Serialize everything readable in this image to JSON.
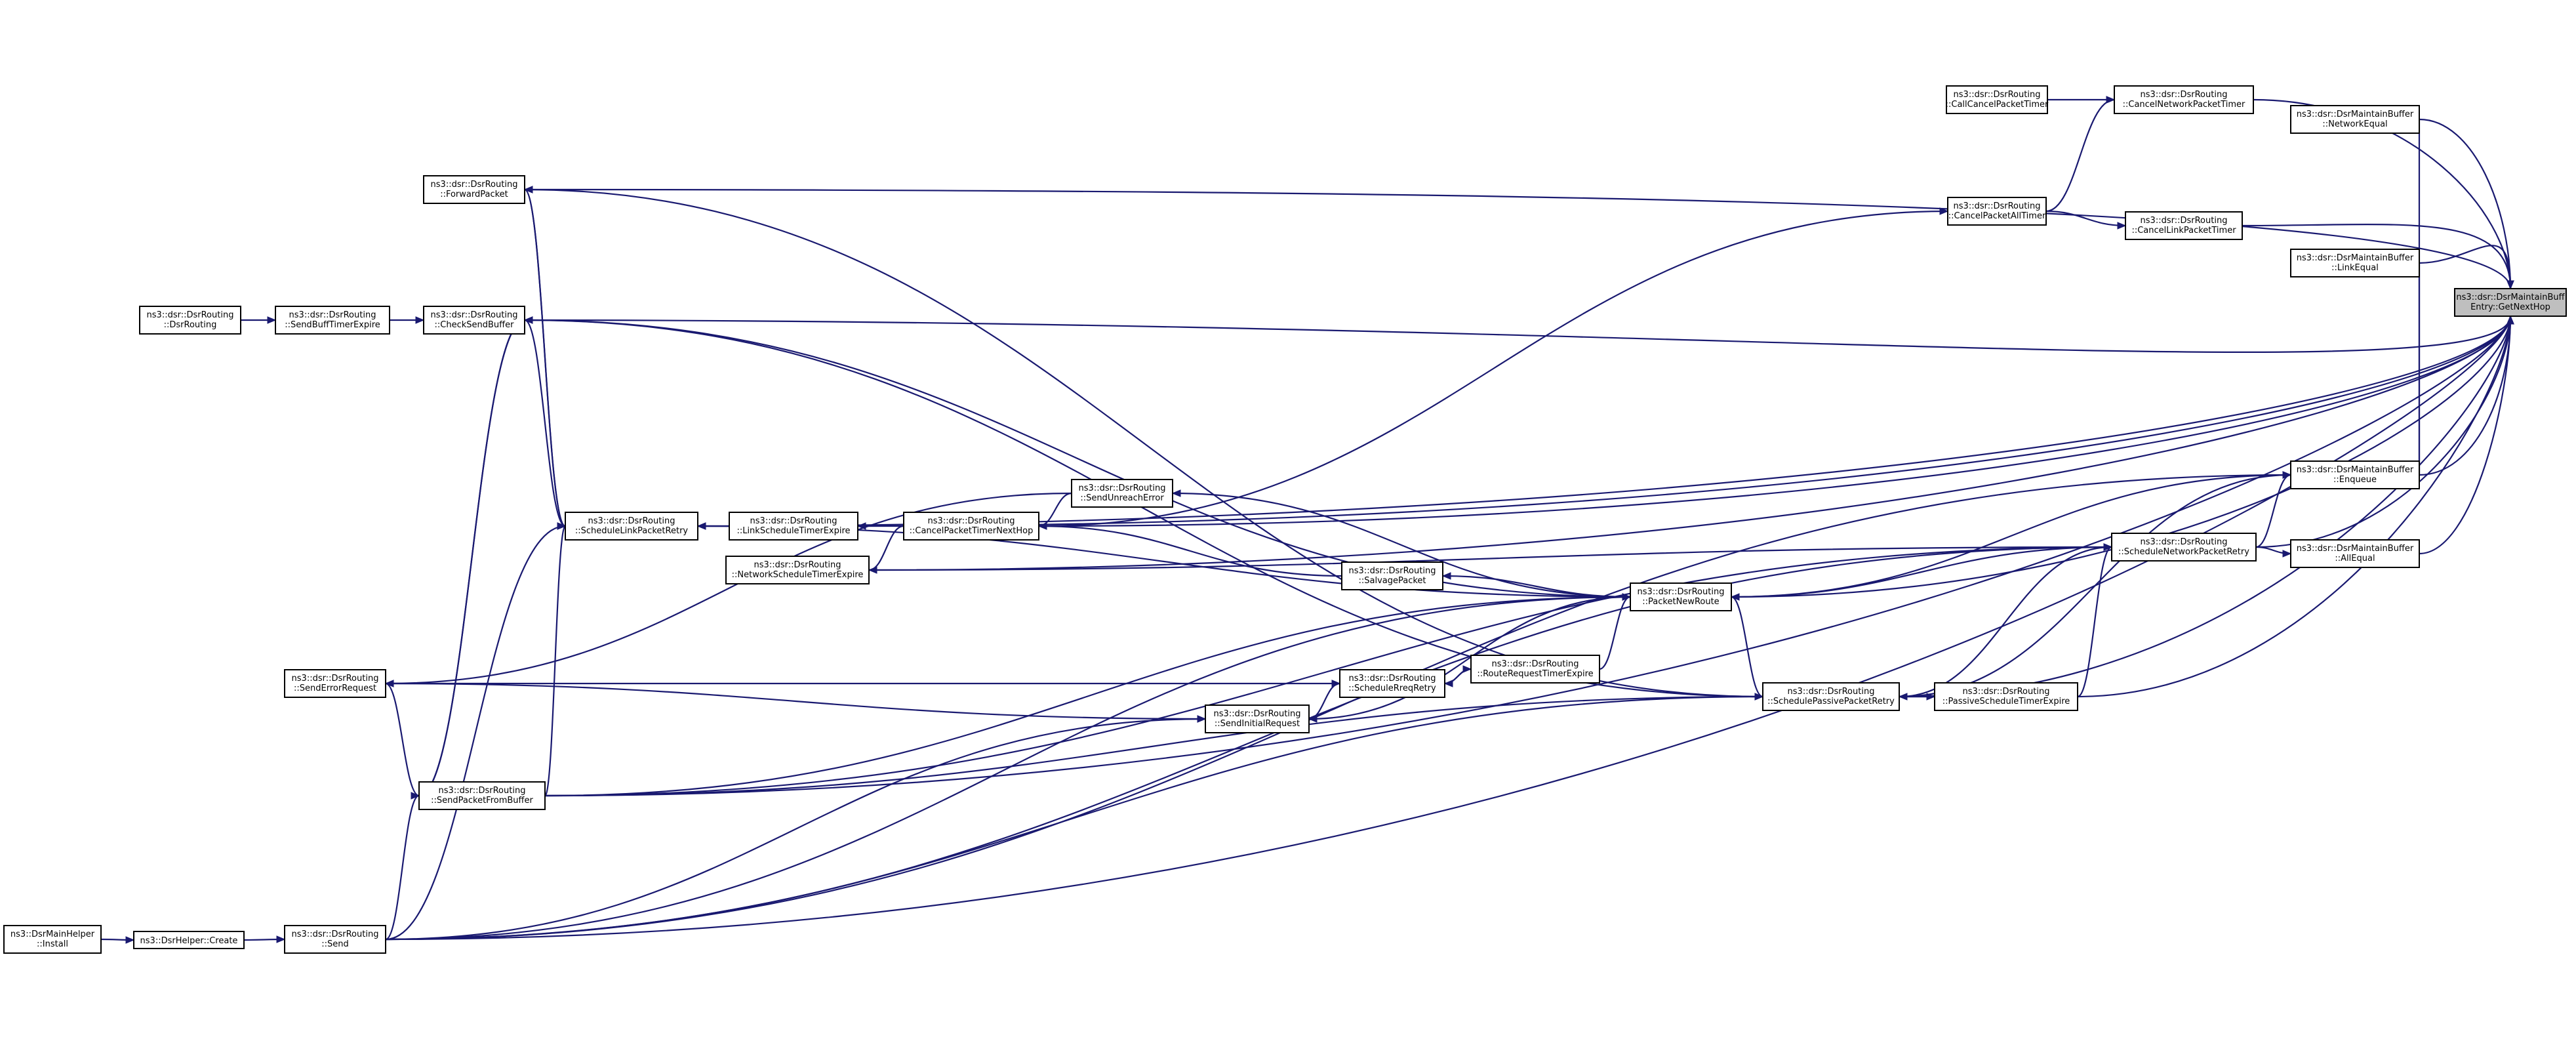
{
  "graph": {
    "type": "caller-graph",
    "nodes": [
      {
        "id": "root",
        "line1": "ns3::dsr::DsrMaintainBuff",
        "line2": "Entry::GetNextHop",
        "highlight": true
      },
      {
        "id": "call_cancel_timer",
        "line1": "ns3::dsr::DsrRouting",
        "line2": "::CallCancelPacketTimer"
      },
      {
        "id": "cancel_network_timer",
        "line1": "ns3::dsr::DsrRouting",
        "line2": "::CancelNetworkPacketTimer"
      },
      {
        "id": "network_equal",
        "line1": "ns3::dsr::DsrMaintainBuffer",
        "line2": "::NetworkEqual"
      },
      {
        "id": "forward_packet",
        "line1": "ns3::dsr::DsrRouting",
        "line2": "::ForwardPacket"
      },
      {
        "id": "cancel_all_timer",
        "line1": "ns3::dsr::DsrRouting",
        "line2": "::CancelPacketAllTimer"
      },
      {
        "id": "cancel_link_timer",
        "line1": "ns3::dsr::DsrRouting",
        "line2": "::CancelLinkPacketTimer"
      },
      {
        "id": "link_equal",
        "line1": "ns3::dsr::DsrMaintainBuffer",
        "line2": "::LinkEqual"
      },
      {
        "id": "dsr_routing_ctor",
        "line1": "ns3::dsr::DsrRouting",
        "line2": "::DsrRouting"
      },
      {
        "id": "send_buff_timer",
        "line1": "ns3::dsr::DsrRouting",
        "line2": "::SendBuffTimerExpire"
      },
      {
        "id": "check_send_buffer",
        "line1": "ns3::dsr::DsrRouting",
        "line2": "::CheckSendBuffer"
      },
      {
        "id": "enqueue",
        "line1": "ns3::dsr::DsrMaintainBuffer",
        "line2": "::Enqueue"
      },
      {
        "id": "send_unreach",
        "line1": "ns3::dsr::DsrRouting",
        "line2": "::SendUnreachError"
      },
      {
        "id": "schedule_link_retry",
        "line1": "ns3::dsr::DsrRouting",
        "line2": "::ScheduleLinkPacketRetry"
      },
      {
        "id": "link_schedule_timer",
        "line1": "ns3::dsr::DsrRouting",
        "line2": "::LinkScheduleTimerExpire"
      },
      {
        "id": "cancel_timer_next_hop",
        "line1": "ns3::dsr::DsrRouting",
        "line2": "::CancelPacketTimerNextHop"
      },
      {
        "id": "schedule_network_retry",
        "line1": "ns3::dsr::DsrRouting",
        "line2": "::ScheduleNetworkPacketRetry"
      },
      {
        "id": "all_equal",
        "line1": "ns3::dsr::DsrMaintainBuffer",
        "line2": "::AllEqual"
      },
      {
        "id": "network_schedule_timer",
        "line1": "ns3::dsr::DsrRouting",
        "line2": "::NetworkScheduleTimerExpire"
      },
      {
        "id": "salvage_packet",
        "line1": "ns3::dsr::DsrRouting",
        "line2": "::SalvagePacket"
      },
      {
        "id": "packet_new_route",
        "line1": "ns3::dsr::DsrRouting",
        "line2": "::PacketNewRoute"
      },
      {
        "id": "send_error_request",
        "line1": "ns3::dsr::DsrRouting",
        "line2": "::SendErrorRequest"
      },
      {
        "id": "route_request_timer",
        "line1": "ns3::dsr::DsrRouting",
        "line2": "::RouteRequestTimerExpire"
      },
      {
        "id": "schedule_rreq_retry",
        "line1": "ns3::dsr::DsrRouting",
        "line2": "::ScheduleRreqRetry"
      },
      {
        "id": "schedule_passive_retry",
        "line1": "ns3::dsr::DsrRouting",
        "line2": "::SchedulePassivePacketRetry"
      },
      {
        "id": "passive_schedule_timer",
        "line1": "ns3::dsr::DsrRouting",
        "line2": "::PassiveScheduleTimerExpire"
      },
      {
        "id": "send_initial_request",
        "line1": "ns3::dsr::DsrRouting",
        "line2": "::SendInitialRequest"
      },
      {
        "id": "send_packet_from_buffer",
        "line1": "ns3::dsr::DsrRouting",
        "line2": "::SendPacketFromBuffer"
      },
      {
        "id": "main_helper_install",
        "line1": "ns3::DsrMainHelper",
        "line2": "::Install"
      },
      {
        "id": "helper_create",
        "line1": "ns3::DsrHelper::Create",
        "line2": ""
      },
      {
        "id": "send",
        "line1": "ns3::dsr::DsrRouting",
        "line2": "::Send"
      }
    ],
    "edges": [
      [
        "call_cancel_timer",
        "cancel_network_timer"
      ],
      [
        "cancel_network_timer",
        "root"
      ],
      [
        "network_equal",
        "root"
      ],
      [
        "forward_packet",
        "root"
      ],
      [
        "cancel_all_timer",
        "cancel_network_timer"
      ],
      [
        "cancel_all_timer",
        "cancel_link_timer"
      ],
      [
        "cancel_link_timer",
        "root"
      ],
      [
        "link_equal",
        "root"
      ],
      [
        "dsr_routing_ctor",
        "send_buff_timer"
      ],
      [
        "send_buff_timer",
        "check_send_buffer"
      ],
      [
        "check_send_buffer",
        "root"
      ],
      [
        "enqueue",
        "root"
      ],
      [
        "enqueue",
        "network_equal"
      ],
      [
        "enqueue",
        "link_equal"
      ],
      [
        "all_equal",
        "root"
      ],
      [
        "schedule_network_retry",
        "root"
      ],
      [
        "schedule_network_retry",
        "enqueue"
      ],
      [
        "schedule_network_retry",
        "all_equal"
      ],
      [
        "packet_new_route",
        "root"
      ],
      [
        "packet_new_route",
        "enqueue"
      ],
      [
        "packet_new_route",
        "schedule_network_retry"
      ],
      [
        "schedule_link_retry",
        "root"
      ],
      [
        "schedule_link_retry",
        "forward_packet"
      ],
      [
        "schedule_link_retry",
        "check_send_buffer"
      ],
      [
        "link_schedule_timer",
        "schedule_link_retry"
      ],
      [
        "link_schedule_timer",
        "root"
      ],
      [
        "cancel_timer_next_hop",
        "root"
      ],
      [
        "cancel_timer_next_hop",
        "link_schedule_timer"
      ],
      [
        "cancel_timer_next_hop",
        "network_schedule_timer"
      ],
      [
        "cancel_timer_next_hop",
        "cancel_all_timer"
      ],
      [
        "send_unreach",
        "cancel_timer_next_hop"
      ],
      [
        "send_unreach",
        "send_error_request"
      ],
      [
        "network_schedule_timer",
        "root"
      ],
      [
        "network_schedule_timer",
        "schedule_network_retry"
      ],
      [
        "salvage_packet",
        "cancel_timer_next_hop"
      ],
      [
        "packet_new_route",
        "salvage_packet"
      ],
      [
        "packet_new_route",
        "send_unreach"
      ],
      [
        "packet_new_route",
        "schedule_link_retry"
      ],
      [
        "packet_new_route",
        "check_send_buffer"
      ],
      [
        "packet_new_route",
        "send_initial_request"
      ],
      [
        "route_request_timer",
        "packet_new_route"
      ],
      [
        "route_request_timer",
        "schedule_rreq_retry"
      ],
      [
        "schedule_rreq_retry",
        "route_request_timer"
      ],
      [
        "send_initial_request",
        "schedule_rreq_retry"
      ],
      [
        "send_error_request",
        "schedule_rreq_retry"
      ],
      [
        "send_error_request",
        "send_initial_request"
      ],
      [
        "schedule_passive_retry",
        "root"
      ],
      [
        "schedule_passive_retry",
        "packet_new_route"
      ],
      [
        "schedule_passive_retry",
        "forward_packet"
      ],
      [
        "schedule_passive_retry",
        "check_send_buffer"
      ],
      [
        "schedule_passive_retry",
        "enqueue"
      ],
      [
        "schedule_passive_retry",
        "schedule_network_retry"
      ],
      [
        "passive_schedule_timer",
        "root"
      ],
      [
        "passive_schedule_timer",
        "schedule_network_retry"
      ],
      [
        "passive_schedule_timer",
        "schedule_passive_retry"
      ],
      [
        "schedule_passive_retry",
        "passive_schedule_timer"
      ],
      [
        "send_packet_from_buffer",
        "root"
      ],
      [
        "send_packet_from_buffer",
        "schedule_link_retry"
      ],
      [
        "send_packet_from_buffer",
        "packet_new_route"
      ],
      [
        "send_packet_from_buffer",
        "schedule_network_retry"
      ],
      [
        "send_packet_from_buffer",
        "schedule_passive_retry"
      ],
      [
        "send_packet_from_buffer",
        "send_error_request"
      ],
      [
        "send_packet_from_buffer",
        "check_send_buffer"
      ],
      [
        "send",
        "root"
      ],
      [
        "send",
        "send_packet_from_buffer"
      ],
      [
        "send",
        "schedule_link_retry"
      ],
      [
        "send",
        "packet_new_route"
      ],
      [
        "send",
        "schedule_network_retry"
      ],
      [
        "send",
        "schedule_passive_retry"
      ],
      [
        "send",
        "enqueue"
      ],
      [
        "send",
        "send_initial_request"
      ],
      [
        "helper_create",
        "send"
      ],
      [
        "main_helper_install",
        "helper_create"
      ],
      [
        "check_send_buffer",
        "send_packet_from_buffer"
      ],
      [
        "forward_packet",
        "schedule_link_retry"
      ]
    ]
  }
}
